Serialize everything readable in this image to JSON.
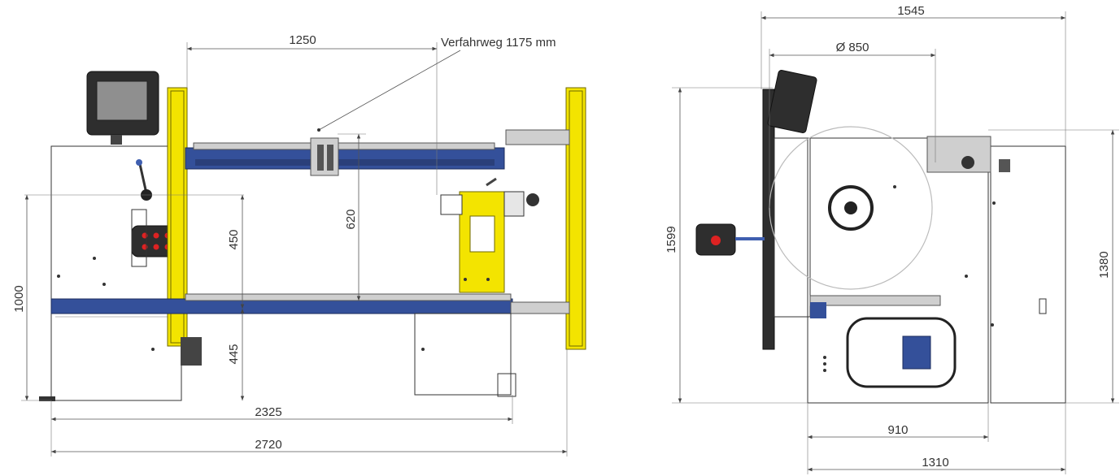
{
  "front_view": {
    "dim_1250": "1250",
    "travel_label": "Verfahrweg 1175 mm",
    "dim_620": "620",
    "dim_450": "450",
    "dim_445": "445",
    "dim_1000": "1000",
    "dim_2325": "2325",
    "dim_2720": "2720"
  },
  "side_view": {
    "dim_1545": "1545",
    "dim_850": "Ø  850",
    "dim_1599": "1599",
    "dim_1380": "1380",
    "dim_910": "910",
    "dim_1310": "1310"
  },
  "colors": {
    "guard_yellow": "#f3e400",
    "rail_blue": "#34509a",
    "housing_dark": "#2e2e2e"
  }
}
